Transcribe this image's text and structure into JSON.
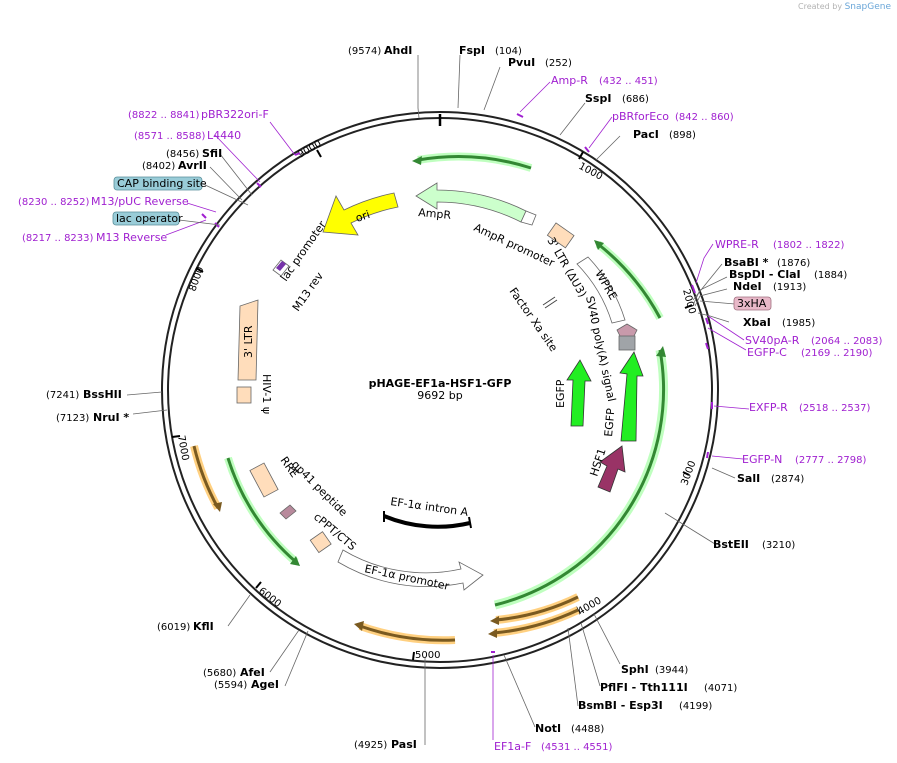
{
  "credit": {
    "prefix": "Created by",
    "brand": "SnapGene"
  },
  "plasmid": {
    "name": "pHAGE-EF1a-HSF1-GFP",
    "length_label": "9692 bp",
    "length": 9692
  },
  "ticks": [
    "1000",
    "2000",
    "3000",
    "4000",
    "5000",
    "6000",
    "7000",
    "8000",
    "9000"
  ],
  "sites": [
    {
      "id": "ahdi",
      "name": "AhdI",
      "pos": "(9574)"
    },
    {
      "id": "fspi",
      "name": "FspI",
      "pos": "(104)"
    },
    {
      "id": "pvui",
      "name": "PvuI",
      "pos": "(252)"
    },
    {
      "id": "sspi",
      "name": "SspI",
      "pos": "(686)"
    },
    {
      "id": "paci",
      "name": "PacI",
      "pos": "(898)"
    },
    {
      "id": "bsabi",
      "name": "BsaBI *",
      "pos": "(1876)"
    },
    {
      "id": "bspdi",
      "name": "BspDI  - ClaI",
      "pos": "(1884)"
    },
    {
      "id": "ndei",
      "name": "NdeI",
      "pos": "(1913)"
    },
    {
      "id": "xbai",
      "name": "XbaI",
      "pos": "(1985)"
    },
    {
      "id": "sali",
      "name": "SalI",
      "pos": "(2874)"
    },
    {
      "id": "bsteii",
      "name": "BstEII",
      "pos": "(3210)"
    },
    {
      "id": "sphi",
      "name": "SphI",
      "pos": "(3944)"
    },
    {
      "id": "pflfi",
      "name": "PflFI  - Tth111I",
      "pos": "(4071)"
    },
    {
      "id": "bsmbi",
      "name": "BsmBI  - Esp3I",
      "pos": "(4199)"
    },
    {
      "id": "noti",
      "name": "NotI",
      "pos": "(4488)"
    },
    {
      "id": "pasi",
      "name": "PasI",
      "pos": "(4925)"
    },
    {
      "id": "agei",
      "name": "AgeI",
      "pos": "(5594)"
    },
    {
      "id": "afei",
      "name": "AfeI",
      "pos": "(5680)"
    },
    {
      "id": "kfli",
      "name": "KflI",
      "pos": "(6019)"
    },
    {
      "id": "nrui",
      "name": "NruI *",
      "pos": "(7123)"
    },
    {
      "id": "bsshii",
      "name": "BssHII",
      "pos": "(7241)"
    },
    {
      "id": "avrii",
      "name": "AvrII",
      "pos": "(8402)"
    },
    {
      "id": "sfii",
      "name": "SfiI",
      "pos": "(8456)"
    }
  ],
  "primers": [
    {
      "id": "ampr",
      "name": "Amp-R",
      "range": "(432 .. 451)"
    },
    {
      "id": "pbrforeco",
      "name": "pBRforEco",
      "range": "(842 .. 860)"
    },
    {
      "id": "wprer",
      "name": "WPRE-R",
      "range": "(1802 .. 1822)"
    },
    {
      "id": "sv40par",
      "name": "SV40pA-R",
      "range": "(2064 .. 2083)"
    },
    {
      "id": "egfpc",
      "name": "EGFP-C",
      "range": "(2169 .. 2190)"
    },
    {
      "id": "exfpr",
      "name": "EXFP-R",
      "range": "(2518 .. 2537)"
    },
    {
      "id": "egfpn",
      "name": "EGFP-N",
      "range": "(2777 .. 2798)"
    },
    {
      "id": "ef1af",
      "name": "EF1a-F",
      "range": "(4531 .. 4551)"
    },
    {
      "id": "m13rev",
      "name": "M13 Reverse",
      "range": "(8217 .. 8233)"
    },
    {
      "id": "m13puc",
      "name": "M13/pUC Reverse",
      "range": "(8230 .. 8252)"
    },
    {
      "id": "l4440",
      "name": "L4440",
      "range": "(8571 .. 8588)"
    },
    {
      "id": "pbr322",
      "name": "pBR322ori-F",
      "range": "(8822 .. 8841)"
    }
  ],
  "boxed_features": [
    {
      "id": "cap",
      "name": "CAP binding site"
    },
    {
      "id": "lacop",
      "name": "lac operator"
    },
    {
      "id": "ha",
      "name": "3xHA"
    }
  ],
  "features": {
    "ori": "ori",
    "ampr": "AmpR",
    "ampr_promoter": "AmpR promoter",
    "ltr3_du3": "3' LTR (ΔU3)",
    "wpre": "WPRE",
    "sv40": "SV40 poly(A) signal",
    "factor_xa": "Factor Xa site",
    "egfp1": "EGFP",
    "egfp2": "EGFP",
    "hsf1": "HSF1",
    "ef1a_intron": "EF-1α intron A",
    "ef1a_promoter": "EF-1α promoter",
    "cppt": "cPPT/CTS",
    "gp41": "gp41 peptide",
    "rre": "RRE",
    "hiv_psi": "HIV-1 ψ",
    "ltr3": "3' LTR",
    "lac_promoter": "lac promoter",
    "m13rev": "M13 rev"
  },
  "colors": {
    "primer": "#a020d0",
    "ori": "#ffff00",
    "ampr": "#ccffcc",
    "ltr": "#ffddbb",
    "egfp": "#22ee22",
    "hsf1": "#993366",
    "orf_green": "#33bb33",
    "orf_orange": "#dd9933",
    "box_blue": "#99ccd8",
    "box_pink": "#e8b8c8"
  }
}
